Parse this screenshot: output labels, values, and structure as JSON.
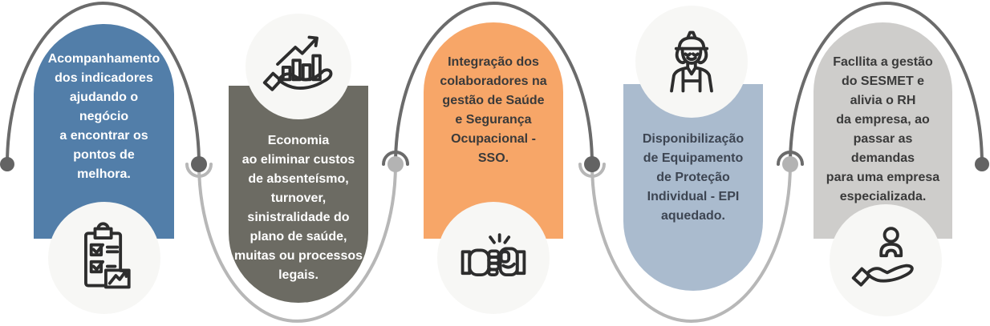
{
  "palette": {
    "background": "#ffffff",
    "arc-dark": "#6b6b6b",
    "arc-light": "#b7b7b7",
    "dot-dark": "#636363",
    "dot-light": "#b3b3b3",
    "circle-fill": "#f7f7f5",
    "icon-stroke": "#2d2d2d"
  },
  "cards": [
    {
      "id": "indicadores",
      "color": "#527ea9",
      "text_color": "#ffffff",
      "icon": "clipboard-checklist-icon",
      "text": "Acompanhamento\ndos indicadores\najudando o\nnegócio\na encontrar os\npontos de\nmelhora."
    },
    {
      "id": "economia",
      "color": "#6c6b63",
      "text_color": "#ffffff",
      "icon": "hand-bar-chart-icon",
      "text": "Economia\nao eliminar custos\nde absenteísmo,\nturnover,\nsinistralidade do\nplano de saúde,\nmuitas ou processos\nlegais."
    },
    {
      "id": "integracao",
      "color": "#f7a668",
      "text_color": "#3a3a3a",
      "icon": "fist-bump-icon",
      "text": "Integração dos\ncolaboradores na\ngestão de Saúde\ne Segurança\nOcupacional -\nSSO."
    },
    {
      "id": "epi",
      "color": "#aabbce",
      "text_color": "#3d4552",
      "icon": "worker-helmet-icon",
      "text": "Disponibilização\nde Equipamento\nde Proteção\nIndividual - EPI\naquedado."
    },
    {
      "id": "sesmet",
      "color": "#cecdcb",
      "text_color": "#3a3a3a",
      "icon": "hand-person-icon",
      "text": "Facllita a gestão\ndo SESMET e\nalivia o RH\nda empresa, ao\npassar as\ndemandas\npara uma empresa\nespecializada."
    }
  ]
}
